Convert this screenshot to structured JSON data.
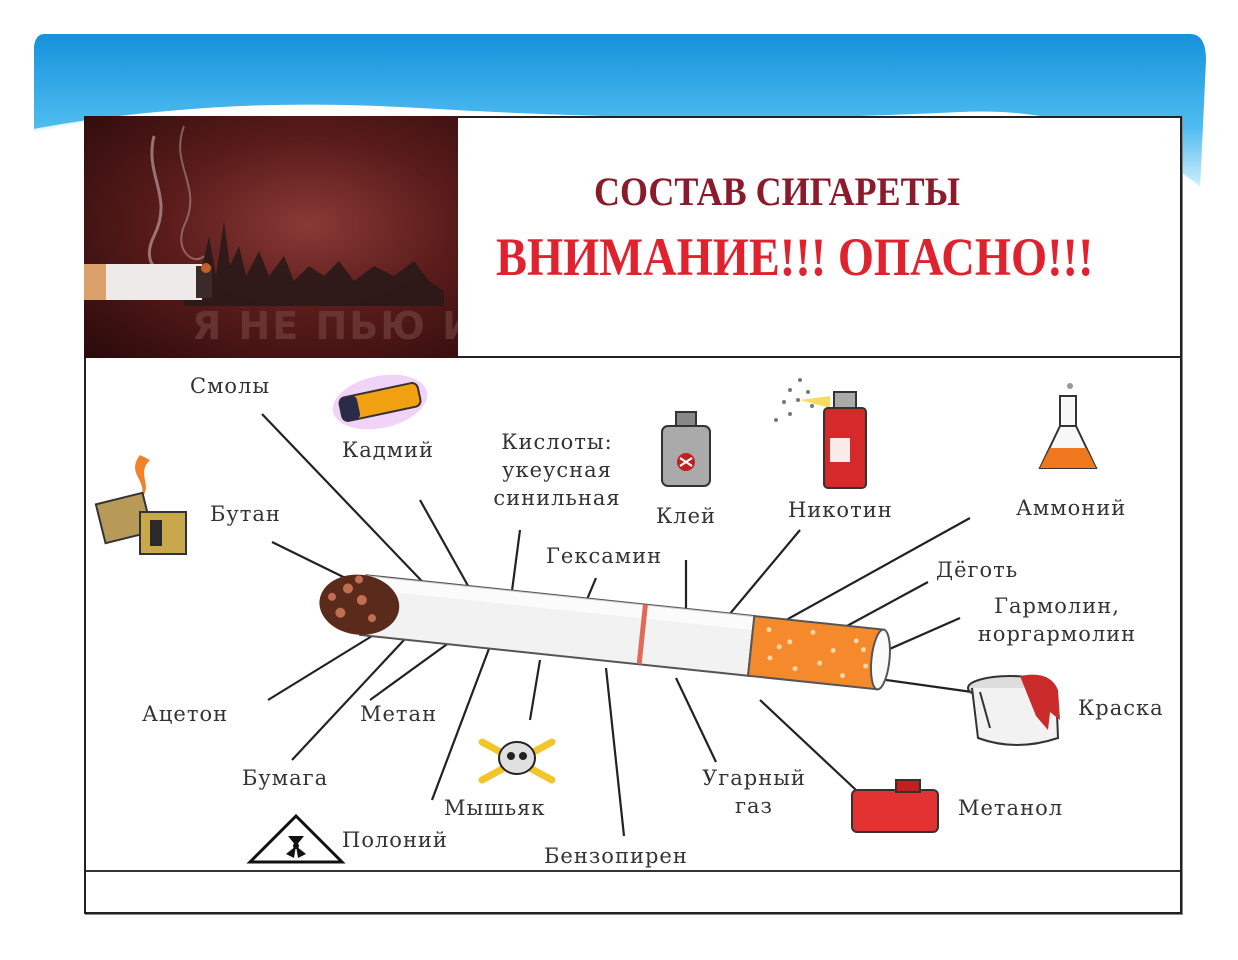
{
  "title": {
    "line1": "СОСТАВ СИГАРЕТЫ",
    "line2": "ВНИМАНИЕ!!! ОПАСНО!!!"
  },
  "photo": {
    "watermark_text": "Я НЕ ПЬЮ И"
  },
  "colors": {
    "title_dark": "#8b1a2b",
    "title_red": "#e0222e",
    "wave_blue": "#1fa0e6",
    "filter_orange": "#f58a2c"
  },
  "labels": {
    "smoly": "Смолы",
    "kadmiy": "Кадмий",
    "kisloty_1": "Кислоты:",
    "kisloty_2": "укеусная",
    "kisloty_3": "синильная",
    "klei": "Клей",
    "nikotin": "Никотин",
    "ammoniy": "Аммоний",
    "butan": "Бутан",
    "geksamin": "Гексамин",
    "degot": "Дёготь",
    "garmolin_1": "Гармолин,",
    "garmolin_2": "норгармолин",
    "kraska": "Краска",
    "aceton": "Ацетон",
    "metan": "Метан",
    "bumaga": "Бумага",
    "myshyak": "Мышьяк",
    "ugarny_1": "Угарный",
    "ugarny_2": "газ",
    "metanol": "Метанол",
    "poloniy": "Полоний",
    "benzopiren": "Бензопирен"
  },
  "icons": [
    "battery-icon",
    "lighter-icon",
    "glue-bottle-icon",
    "spray-can-icon",
    "flask-icon",
    "paint-can-icon",
    "poison-skull-icon",
    "fuel-canister-icon",
    "radiation-icon",
    "cigarette-icon"
  ]
}
